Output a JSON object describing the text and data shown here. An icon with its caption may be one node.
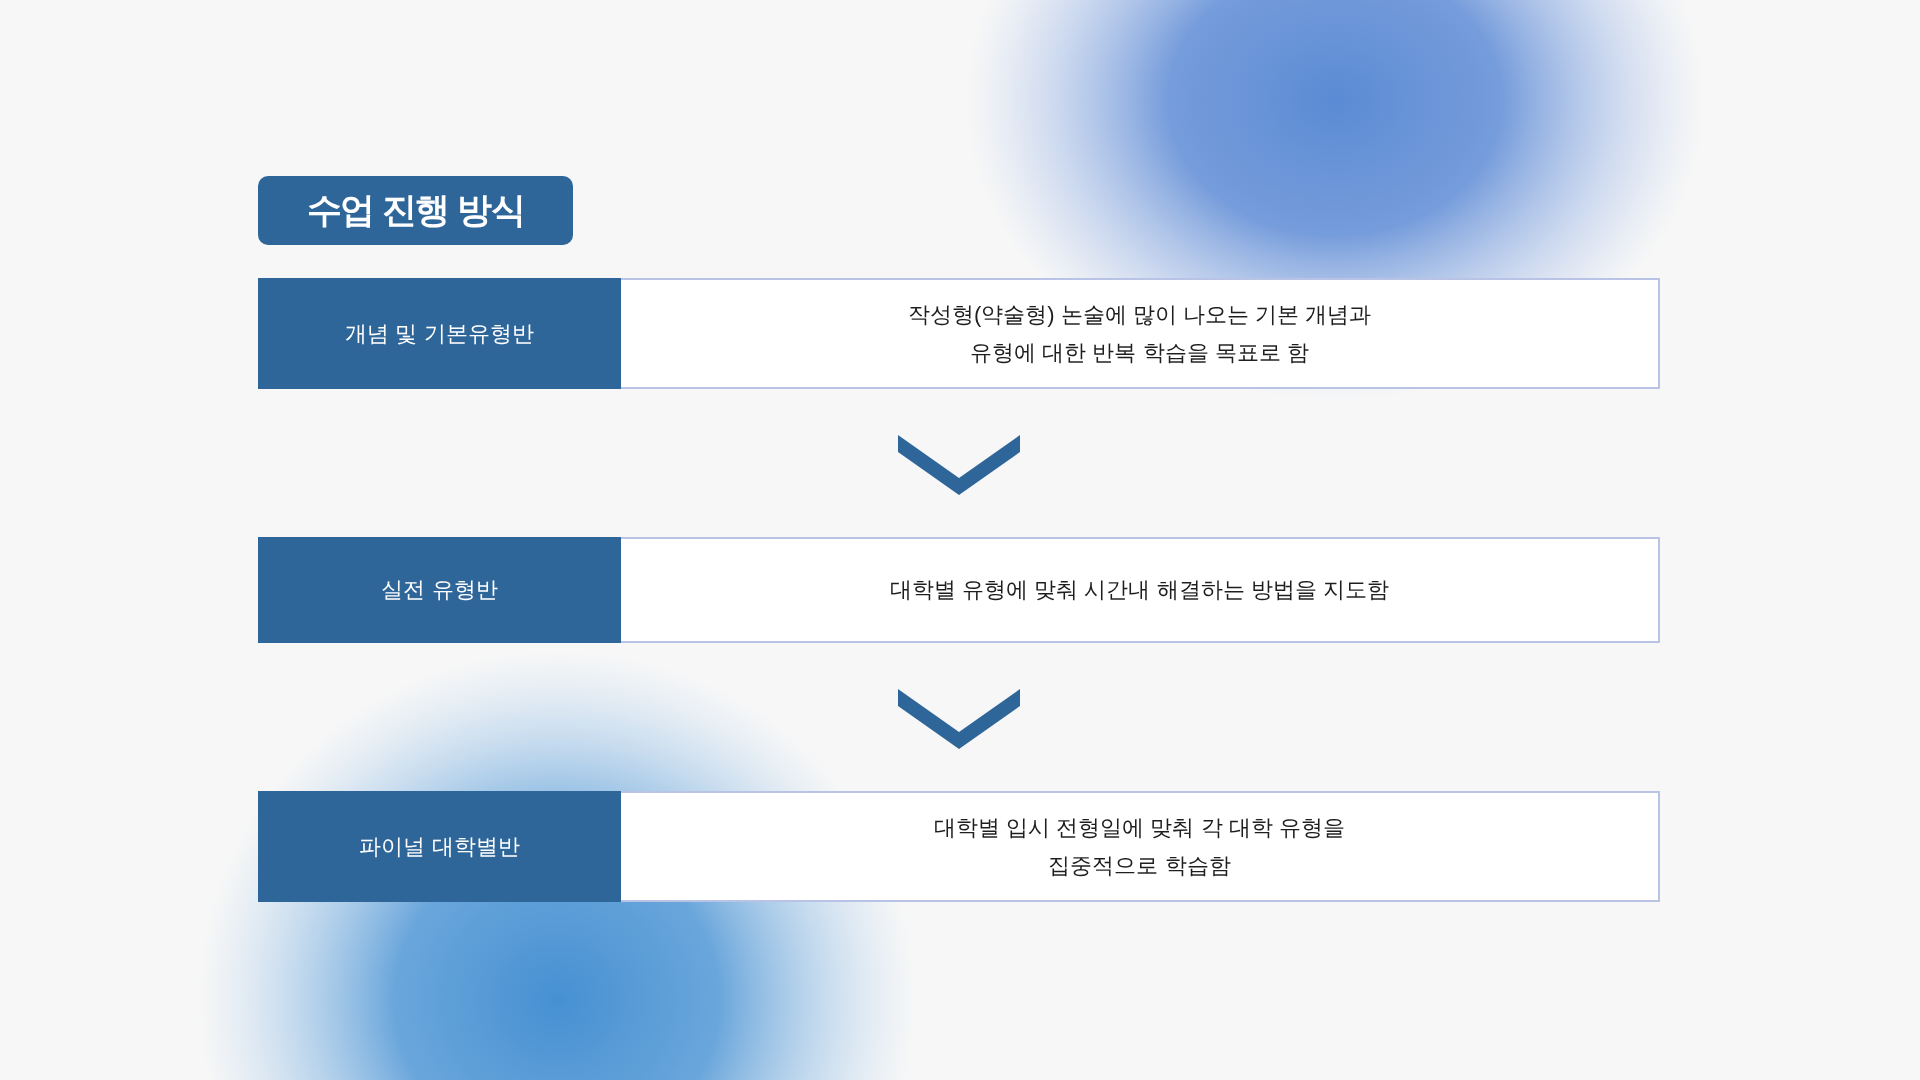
{
  "diagram": {
    "title": "수업 진행 방식",
    "nodes": [
      {
        "text": [
          "개념 및 기본유형반",
          "작성형(약술형) 논술에 많이 나오는 기본 개념과 유형에 대한 반복 학습을 목표로 함"
        ]
      },
      {
        "text": [
          "실전 유형반",
          "대학별 유형에 맞춰 시간내 해결하는 방법을 지도함"
        ]
      },
      {
        "text": [
          "파이널 대학별반",
          "대학별 입시 전형일에 맞춰 각 대학 유형을 집중적으로 학습함"
        ]
      }
    ],
    "edges": [
      {
        "from": 0,
        "to": 1,
        "arrow": "to"
      },
      {
        "from": 1,
        "to": 2,
        "arrow": "to"
      }
    ]
  }
}
